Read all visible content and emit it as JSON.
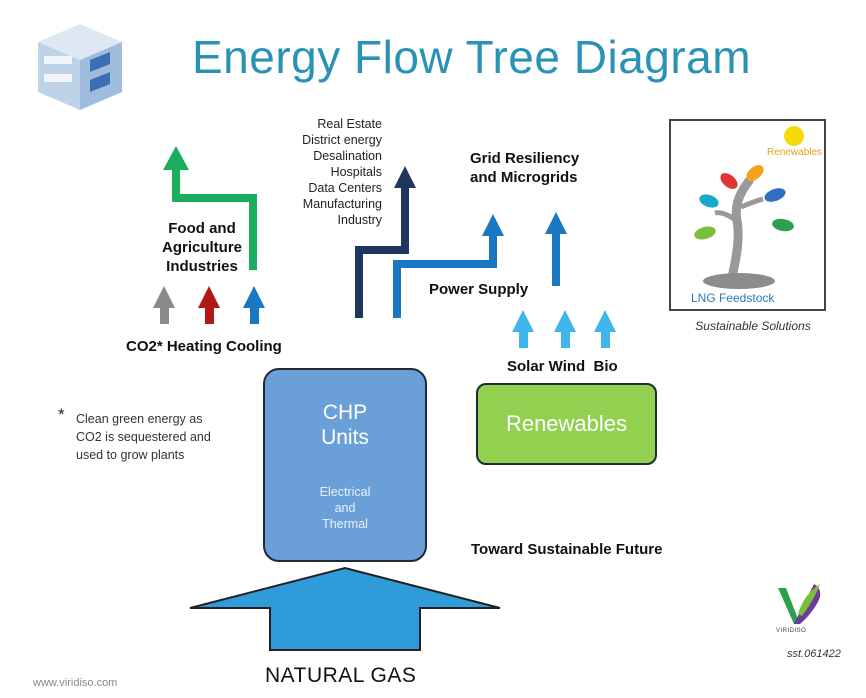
{
  "title": "Energy Flow Tree Diagram",
  "food": {
    "line1": "Food and",
    "line2": "Agriculture",
    "line3": "Industries"
  },
  "co2_label": "CO2* Heating Cooling",
  "uses_list": [
    "Real Estate",
    "District energy",
    "Desalination",
    "Hospitals",
    "Data Centers",
    "Manufacturing",
    "Industry"
  ],
  "grid": {
    "line1": "Grid Resiliency",
    "line2": "and Microgrids"
  },
  "power_supply": "Power Supply",
  "solar_wind_bio": "Solar Wind  Bio",
  "chp": {
    "title_line1": "CHP",
    "title_line2": "Units",
    "sub_line1": "Electrical",
    "sub_line2": "and",
    "sub_line3": "Thermal"
  },
  "renewables_box": "Renewables",
  "note": {
    "star": "*",
    "line1": "Clean green energy as",
    "line2": "CO2 is sequestered  and",
    "line3": "used to grow plants"
  },
  "toward": "Toward Sustainable Future",
  "natural_gas": "NATURAL GAS",
  "sustainable": {
    "renewables_label": "Renewables",
    "feedstock_label": "LNG Feedstock",
    "caption": "Sustainable Solutions"
  },
  "logo_text": "VIRIDISO",
  "footer": "www.viridiso.com",
  "code": "sst.061422",
  "colors": {
    "title": "#2a93b5",
    "green_arrow": "#1aaf5d",
    "gray_arrow": "#8a8a8a",
    "red_arrow": "#b01818",
    "blue_arrow": "#1a78c2",
    "navy_arrow": "#1e3660",
    "light_blue_arrow": "#3fb6ea",
    "chp_fill": "#6a9fd8",
    "renewables_fill": "#92d050",
    "natural_gas_arrow": "#2f9bd8"
  }
}
